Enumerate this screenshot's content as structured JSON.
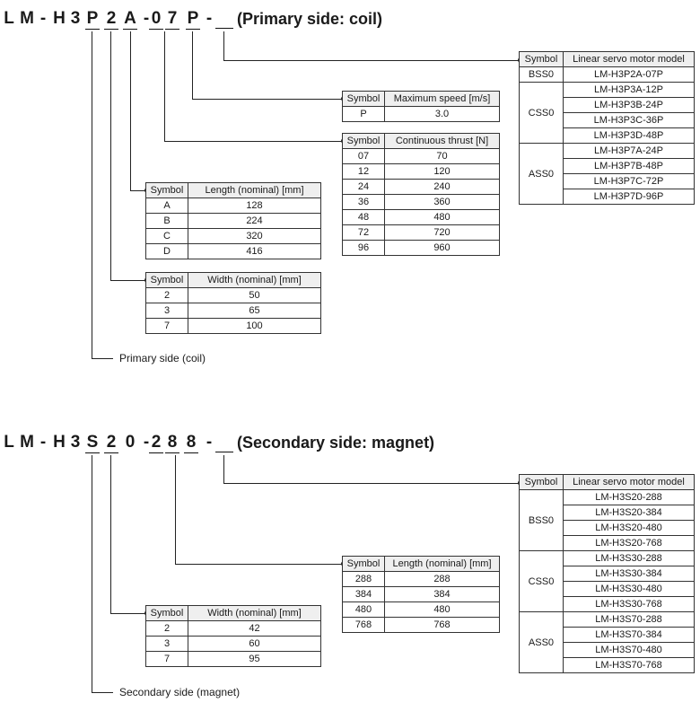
{
  "primary": {
    "code": [
      "L",
      "M",
      "-",
      "H",
      "3",
      "P",
      "2",
      "A",
      "-",
      "0",
      "7",
      "P",
      "-"
    ],
    "heading": "(Primary side: coil)",
    "caption": "Primary side (coil)",
    "model_table": {
      "headers": [
        "Symbol",
        "Linear servo motor model"
      ],
      "groups": [
        {
          "symbol": "BSS0",
          "models": [
            "LM-H3P2A-07P"
          ]
        },
        {
          "symbol": "CSS0",
          "models": [
            "LM-H3P3A-12P",
            "LM-H3P3B-24P",
            "LM-H3P3C-36P",
            "LM-H3P3D-48P"
          ]
        },
        {
          "symbol": "ASS0",
          "models": [
            "LM-H3P7A-24P",
            "LM-H3P7B-48P",
            "LM-H3P7C-72P",
            "LM-H3P7D-96P"
          ]
        }
      ]
    },
    "speed_table": {
      "headers": [
        "Symbol",
        "Maximum speed [m/s]"
      ],
      "rows": [
        [
          "P",
          "3.0"
        ]
      ]
    },
    "thrust_table": {
      "headers": [
        "Symbol",
        "Continuous thrust [N]"
      ],
      "rows": [
        [
          "07",
          "70"
        ],
        [
          "12",
          "120"
        ],
        [
          "24",
          "240"
        ],
        [
          "36",
          "360"
        ],
        [
          "48",
          "480"
        ],
        [
          "72",
          "720"
        ],
        [
          "96",
          "960"
        ]
      ]
    },
    "length_table": {
      "headers": [
        "Symbol",
        "Length (nominal) [mm]"
      ],
      "rows": [
        [
          "A",
          "128"
        ],
        [
          "B",
          "224"
        ],
        [
          "C",
          "320"
        ],
        [
          "D",
          "416"
        ]
      ]
    },
    "width_table": {
      "headers": [
        "Symbol",
        "Width (nominal) [mm]"
      ],
      "rows": [
        [
          "2",
          "50"
        ],
        [
          "3",
          "65"
        ],
        [
          "7",
          "100"
        ]
      ]
    }
  },
  "secondary": {
    "code": [
      "L",
      "M",
      "-",
      "H",
      "3",
      "S",
      "2",
      "0",
      "-",
      "2",
      "8",
      "8",
      "-"
    ],
    "heading": "(Secondary side: magnet)",
    "caption": "Secondary side (magnet)",
    "model_table": {
      "headers": [
        "Symbol",
        "Linear servo motor model"
      ],
      "groups": [
        {
          "symbol": "BSS0",
          "models": [
            "LM-H3S20-288",
            "LM-H3S20-384",
            "LM-H3S20-480",
            "LM-H3S20-768"
          ]
        },
        {
          "symbol": "CSS0",
          "models": [
            "LM-H3S30-288",
            "LM-H3S30-384",
            "LM-H3S30-480",
            "LM-H3S30-768"
          ]
        },
        {
          "symbol": "ASS0",
          "models": [
            "LM-H3S70-288",
            "LM-H3S70-384",
            "LM-H3S70-480",
            "LM-H3S70-768"
          ]
        }
      ]
    },
    "length_table": {
      "headers": [
        "Symbol",
        "Length (nominal) [mm]"
      ],
      "rows": [
        [
          "288",
          "288"
        ],
        [
          "384",
          "384"
        ],
        [
          "480",
          "480"
        ],
        [
          "768",
          "768"
        ]
      ]
    },
    "width_table": {
      "headers": [
        "Symbol",
        "Width (nominal) [mm]"
      ],
      "rows": [
        [
          "2",
          "42"
        ],
        [
          "3",
          "60"
        ],
        [
          "7",
          "95"
        ]
      ]
    }
  }
}
